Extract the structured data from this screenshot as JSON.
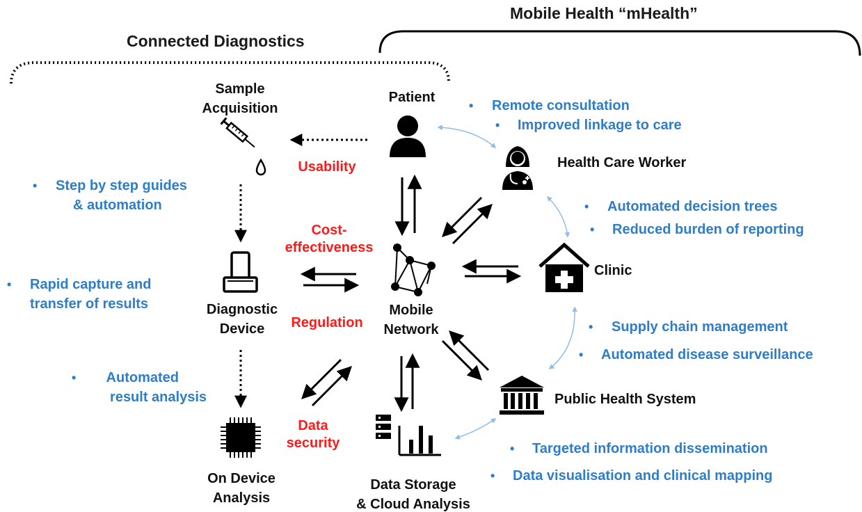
{
  "headers": {
    "mhealth": "Mobile Health “mHealth”",
    "connected": "Connected Diagnostics"
  },
  "nodes": {
    "sample_acquisition": [
      "Sample",
      "Acquisition"
    ],
    "patient": "Patient",
    "health_care_worker": "Health Care Worker",
    "clinic": "Clinic",
    "diagnostic_device": [
      "Diagnostic",
      "Device"
    ],
    "mobile_network": [
      "Mobile",
      "Network"
    ],
    "public_health_system": "Public Health System",
    "on_device_analysis": [
      "On Device",
      "Analysis"
    ],
    "data_storage": [
      "Data Storage",
      "& Cloud Analysis"
    ]
  },
  "challenges": {
    "usability": "Usability",
    "cost_effectiveness": [
      "Cost-",
      "effectiveness"
    ],
    "regulation": "Regulation",
    "data_security": [
      "Data",
      "security"
    ]
  },
  "benefits": {
    "patient_hcw": [
      "Remote consultation",
      "Improved linkage to care"
    ],
    "hcw_clinic": [
      "Automated decision trees",
      "Reduced burden of reporting"
    ],
    "clinic_public": [
      "Supply chain management",
      "Automated disease surveillance"
    ],
    "public_storage": [
      "Targeted information dissemination",
      "Data visualisation and clinical mapping"
    ],
    "sample_device": [
      "Step by step guides",
      "& automation"
    ],
    "device_left": [
      "Rapid capture and",
      "transfer of results"
    ],
    "device_analysis": [
      "Automated",
      "result analysis"
    ]
  },
  "bullet_char": "•",
  "colors": {
    "benefit_text": "#2e7dc8",
    "challenge_text": "#ff1a1a",
    "node_text": "#111111",
    "connector": "#8fbce8"
  },
  "icons": {
    "sample_acquisition": "syringe-icon",
    "patient": "person-icon",
    "health_care_worker": "doctor-icon",
    "clinic": "clinic-icon",
    "diagnostic_device": "diagnostic-device-icon",
    "mobile_network": "network-icon",
    "public_health_system": "government-building-icon",
    "on_device_analysis": "chip-icon",
    "data_storage": "server-chart-icon"
  }
}
